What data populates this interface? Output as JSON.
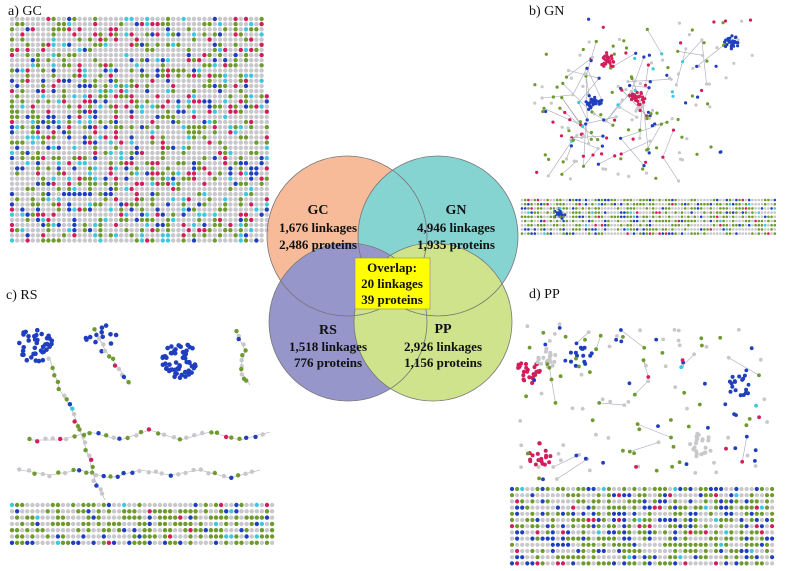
{
  "panels": {
    "a": {
      "label": "a) GC"
    },
    "b": {
      "label": "b) GN"
    },
    "c": {
      "label": "c) RS"
    },
    "d": {
      "label": "d) PP"
    }
  },
  "venn": {
    "gc": {
      "name": "GC",
      "linkages": "1,676 linkages",
      "proteins": "2,486 proteins",
      "color": "#f4a272"
    },
    "gn": {
      "name": "GN",
      "linkages": "4,946 linkages",
      "proteins": "1,935 proteins",
      "color": "#58c4c0"
    },
    "rs": {
      "name": "RS",
      "linkages": "1,518 linkages",
      "proteins": "776 proteins",
      "color": "#6f6fb8"
    },
    "pp": {
      "name": "PP",
      "linkages": "2,926 linkages",
      "proteins": "1,156 proteins",
      "color": "#bcd95f"
    },
    "overlap": {
      "title": "Overlap:",
      "linkages": "20 linkages",
      "proteins": "39 proteins",
      "color": "#ffff00"
    }
  },
  "node_colors": {
    "grey": "#c8c8cc",
    "green": "#6e9a2e",
    "blue": "#1f3fbf",
    "red": "#d21e5a",
    "cyan": "#3ec8e0",
    "edge": "#a8a8b8"
  }
}
